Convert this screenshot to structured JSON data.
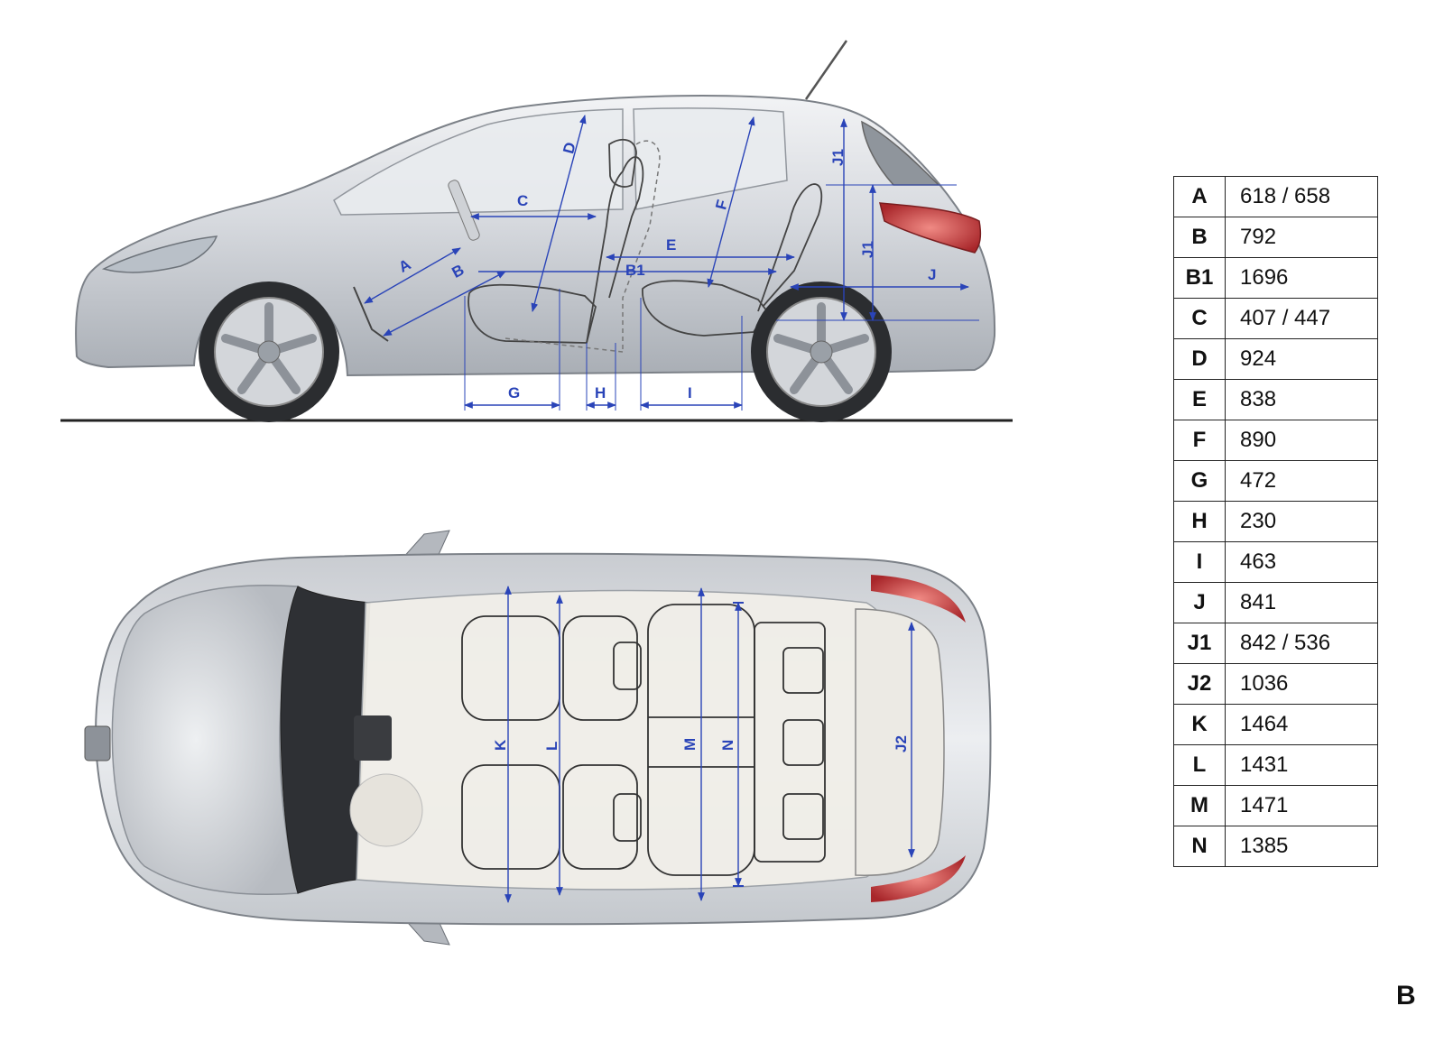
{
  "diagram_labels": {
    "side": [
      "A",
      "B",
      "B1",
      "C",
      "D",
      "E",
      "F",
      "G",
      "H",
      "I",
      "J",
      "J1",
      "J1"
    ],
    "top": [
      "K",
      "L",
      "M",
      "N",
      "J2"
    ]
  },
  "table": {
    "rows": [
      {
        "code": "A",
        "value": "618 / 658"
      },
      {
        "code": "B",
        "value": "792"
      },
      {
        "code": "B1",
        "value": "1696"
      },
      {
        "code": "C",
        "value": "407 / 447"
      },
      {
        "code": "D",
        "value": "924"
      },
      {
        "code": "E",
        "value": "838"
      },
      {
        "code": "F",
        "value": "890"
      },
      {
        "code": "G",
        "value": "472"
      },
      {
        "code": "H",
        "value": "230"
      },
      {
        "code": "I",
        "value": "463"
      },
      {
        "code": "J",
        "value": "841"
      },
      {
        "code": "J1",
        "value": "842 / 536"
      },
      {
        "code": "J2",
        "value": "1036"
      },
      {
        "code": "K",
        "value": "1464"
      },
      {
        "code": "L",
        "value": "1431"
      },
      {
        "code": "M",
        "value": "1471"
      },
      {
        "code": "N",
        "value": "1385"
      }
    ]
  },
  "page_letter": "B",
  "colors": {
    "dimension_lines": "#2a44b8",
    "body_silver": "#cfd3d8",
    "tail_light": "#c43a3a"
  }
}
